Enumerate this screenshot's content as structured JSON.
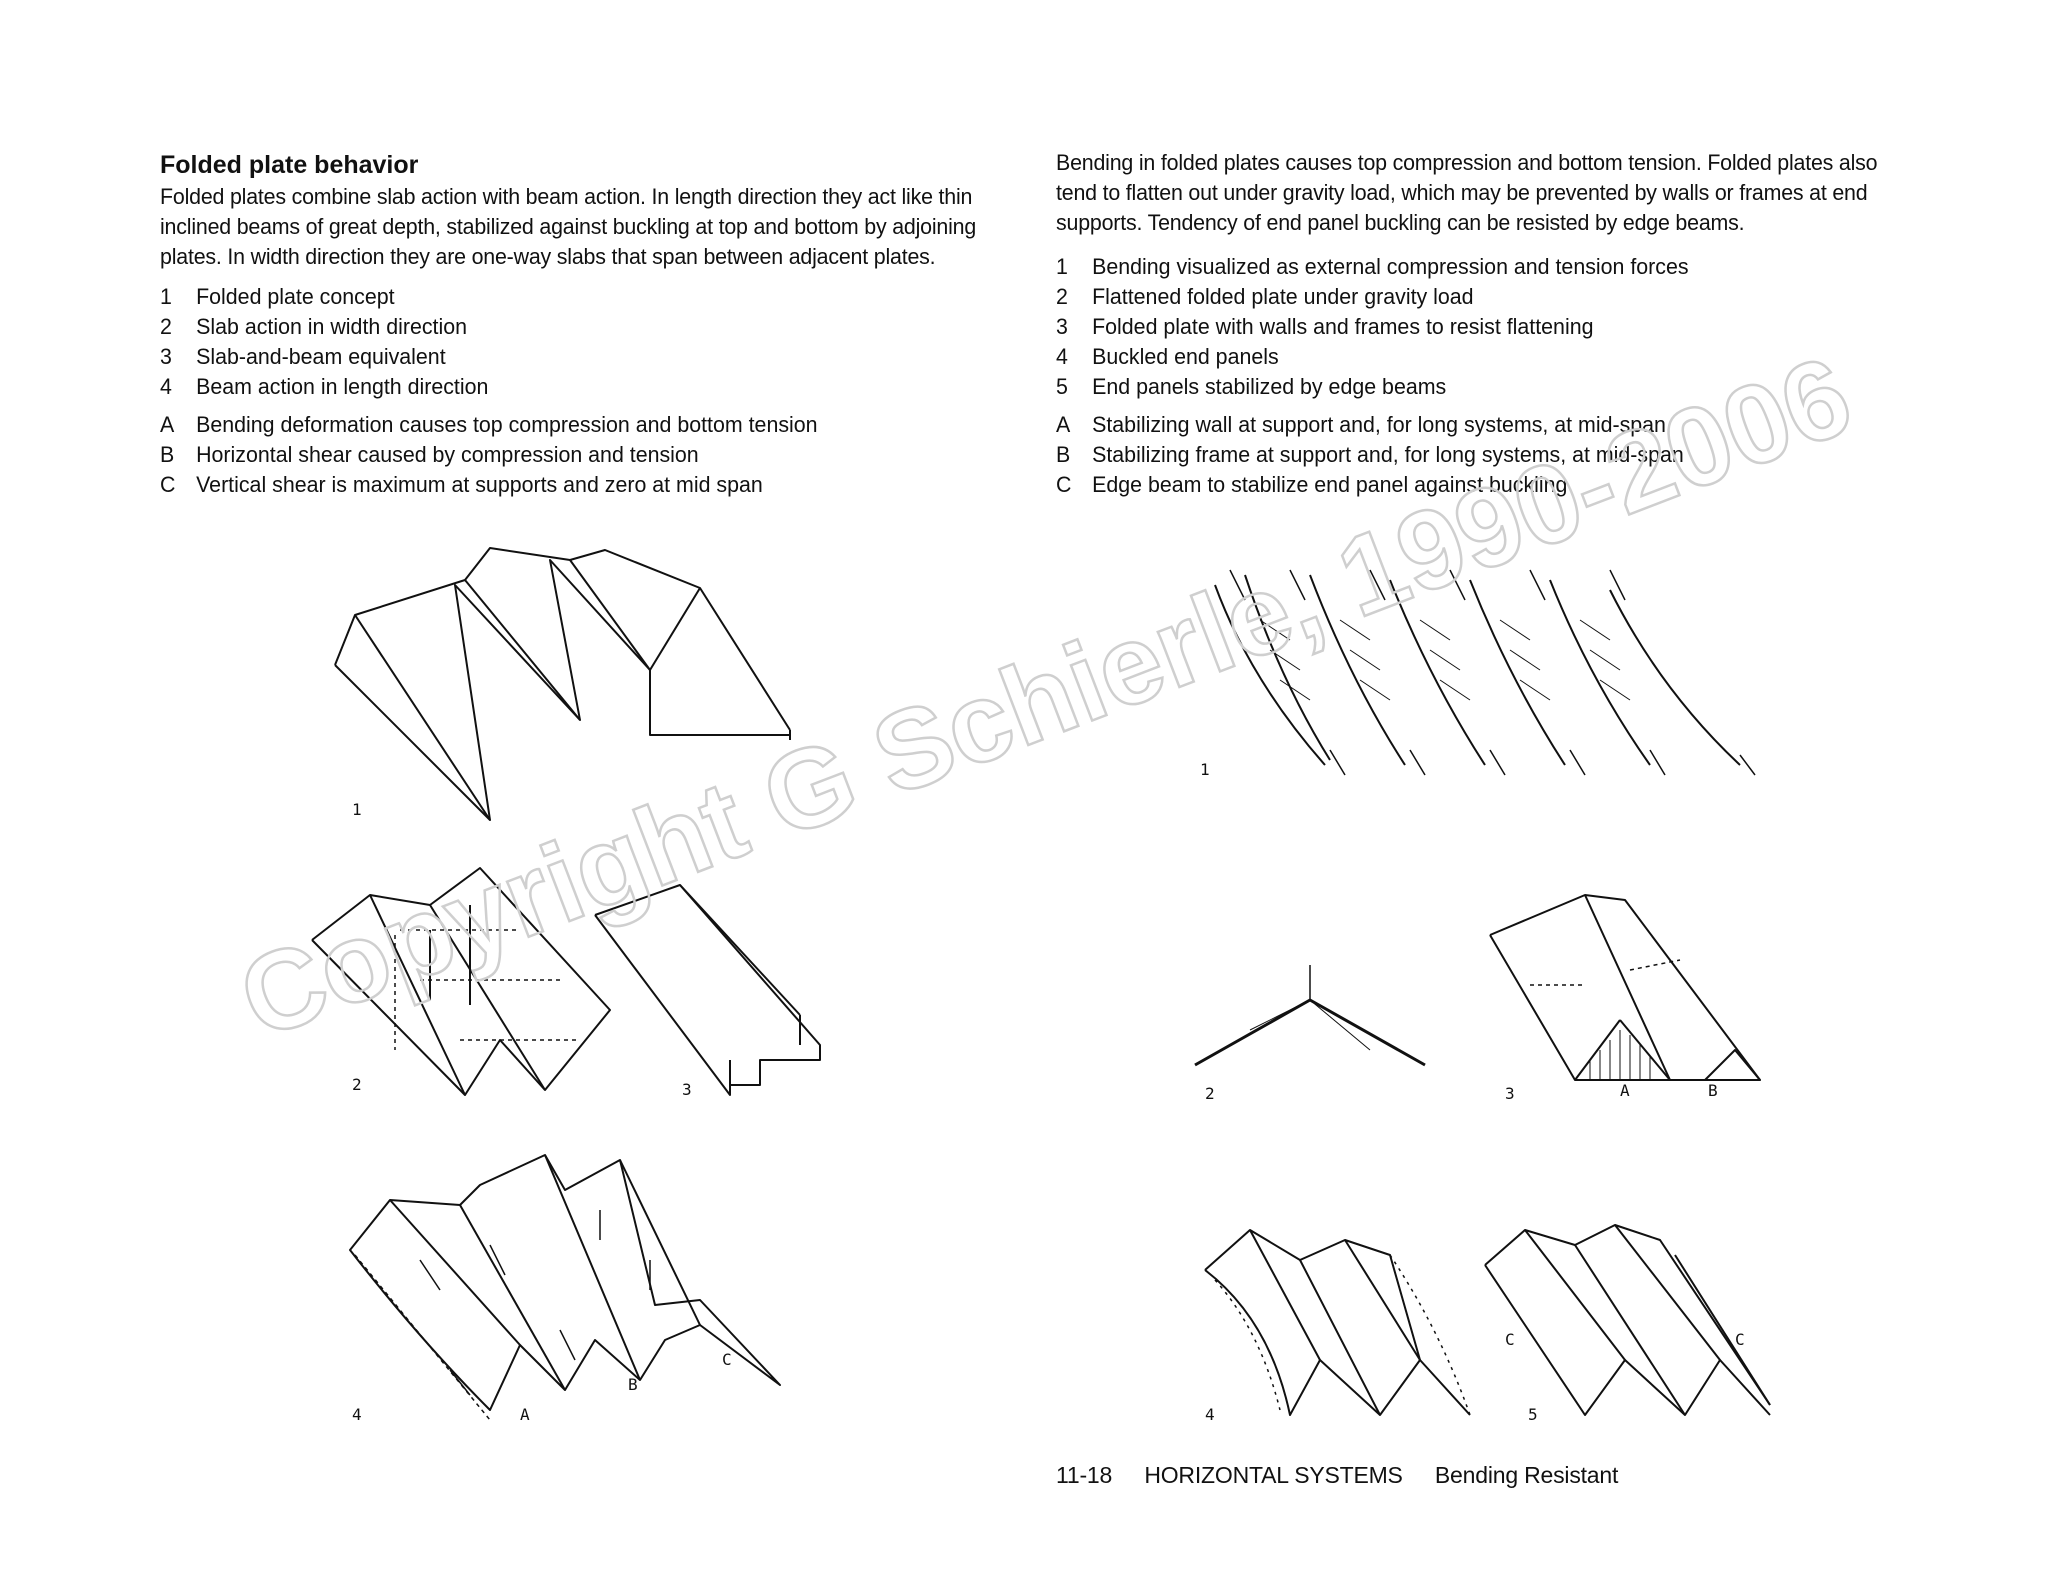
{
  "left": {
    "heading": "Folded plate behavior",
    "intro": "Folded plates combine slab action with beam action.  In length direction they act like thin inclined beams of great depth, stabilized against buckling at top and bottom by adjoining plates.  In width direction they are one-way slabs that span between adjacent plates.",
    "numbered": [
      {
        "k": "1",
        "t": "Folded plate concept"
      },
      {
        "k": "2",
        "t": "Slab action in width direction"
      },
      {
        "k": "3",
        "t": "Slab-and-beam equivalent"
      },
      {
        "k": "4",
        "t": "Beam action in length direction"
      }
    ],
    "lettered": [
      {
        "k": "A",
        "t": "Bending deformation causes top compression and bottom tension"
      },
      {
        "k": "B",
        "t": "Horizontal shear caused by compression and tension"
      },
      {
        "k": "C",
        "t": "Vertical shear is maximum at supports and zero at mid span"
      }
    ]
  },
  "right": {
    "intro": "Bending in folded plates causes top compression and bottom tension.  Folded plates also tend to flatten out under gravity load, which may be prevented by walls or frames at end supports.  Tendency of end panel buckling can be resisted by edge beams.",
    "numbered": [
      {
        "k": "1",
        "t": "Bending visualized as external compression and  tension forces"
      },
      {
        "k": "2",
        "t": "Flattened folded plate under gravity load"
      },
      {
        "k": "3",
        "t": "Folded plate with walls and frames to resist flattening"
      },
      {
        "k": "4",
        "t": "Buckled end panels"
      },
      {
        "k": "5",
        "t": "End panels stabilized by edge beams"
      }
    ],
    "lettered": [
      {
        "k": "A",
        "t": "Stabilizing wall at support and, for long systems, at mid-span"
      },
      {
        "k": "B",
        "t": "Stabilizing frame at support and, for long systems, at mid-span"
      },
      {
        "k": "C",
        "t": "Edge beam to stabilize end panel against buckling"
      }
    ]
  },
  "figure_labels": {
    "l1": "1",
    "l2": "2",
    "l3": "3",
    "l4": "4",
    "lA": "A",
    "lB": "B",
    "lC": "C",
    "r1": "1",
    "r2": "2",
    "r3": "3",
    "r4": "4",
    "r5": "5",
    "rA": "A",
    "rB": "B",
    "rC1": "C",
    "rC2": "C"
  },
  "watermark": "Copyright G Schierle, 1990-2006",
  "footer": {
    "page": "11-18",
    "chapter": "HORIZONTAL SYSTEMS",
    "section": "Bending Resistant"
  }
}
